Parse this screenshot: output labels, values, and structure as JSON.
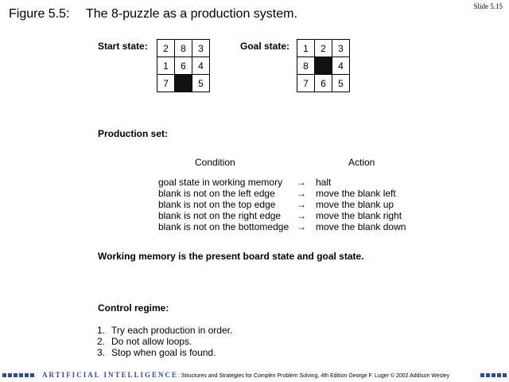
{
  "slide_number": "Slide 5.15",
  "figure": {
    "label": "Figure 5.5:",
    "title": "The 8-puzzle as a production system."
  },
  "start_state": {
    "label": "Start state:",
    "cells": [
      "2",
      "8",
      "3",
      "1",
      "6",
      "4",
      "7",
      "",
      "5"
    ],
    "blank_index": 7
  },
  "goal_state": {
    "label": "Goal state:",
    "cells": [
      "1",
      "2",
      "3",
      "8",
      "",
      "4",
      "7",
      "6",
      "5"
    ],
    "blank_index": 4
  },
  "production_set": {
    "heading": "Production set:",
    "condition_header": "Condition",
    "action_header": "Action",
    "rules": [
      {
        "condition": "goal state in working memory",
        "arrow": "→",
        "action": "halt"
      },
      {
        "condition": "blank is not on the left edge",
        "arrow": "→",
        "action": "move the blank left"
      },
      {
        "condition": "blank is not on the top edge",
        "arrow": "→",
        "action": "move the blank up"
      },
      {
        "condition": "blank is not on the right edge",
        "arrow": "→",
        "action": "move the blank right"
      },
      {
        "condition": "blank is not on the bottomedge",
        "arrow": "→",
        "action": "move the blank down"
      }
    ]
  },
  "working_memory_note": "Working memory is the present board state and goal state.",
  "control_regime": {
    "heading": "Control regime:",
    "steps": [
      {
        "num": "1.",
        "text": "Try each production in order."
      },
      {
        "num": "2.",
        "text": "Do not allow loops."
      },
      {
        "num": "3.",
        "text": "Stop when goal is found."
      }
    ]
  },
  "footer": {
    "ai_label": "ARTIFICIAL INTELLIGENCE",
    "text": ": Structures and Strategies for Complex Problem Solving, 4th Edition George F. Luger © 2002 Addison Wesley",
    "accent_color": "#1e4fb4"
  }
}
